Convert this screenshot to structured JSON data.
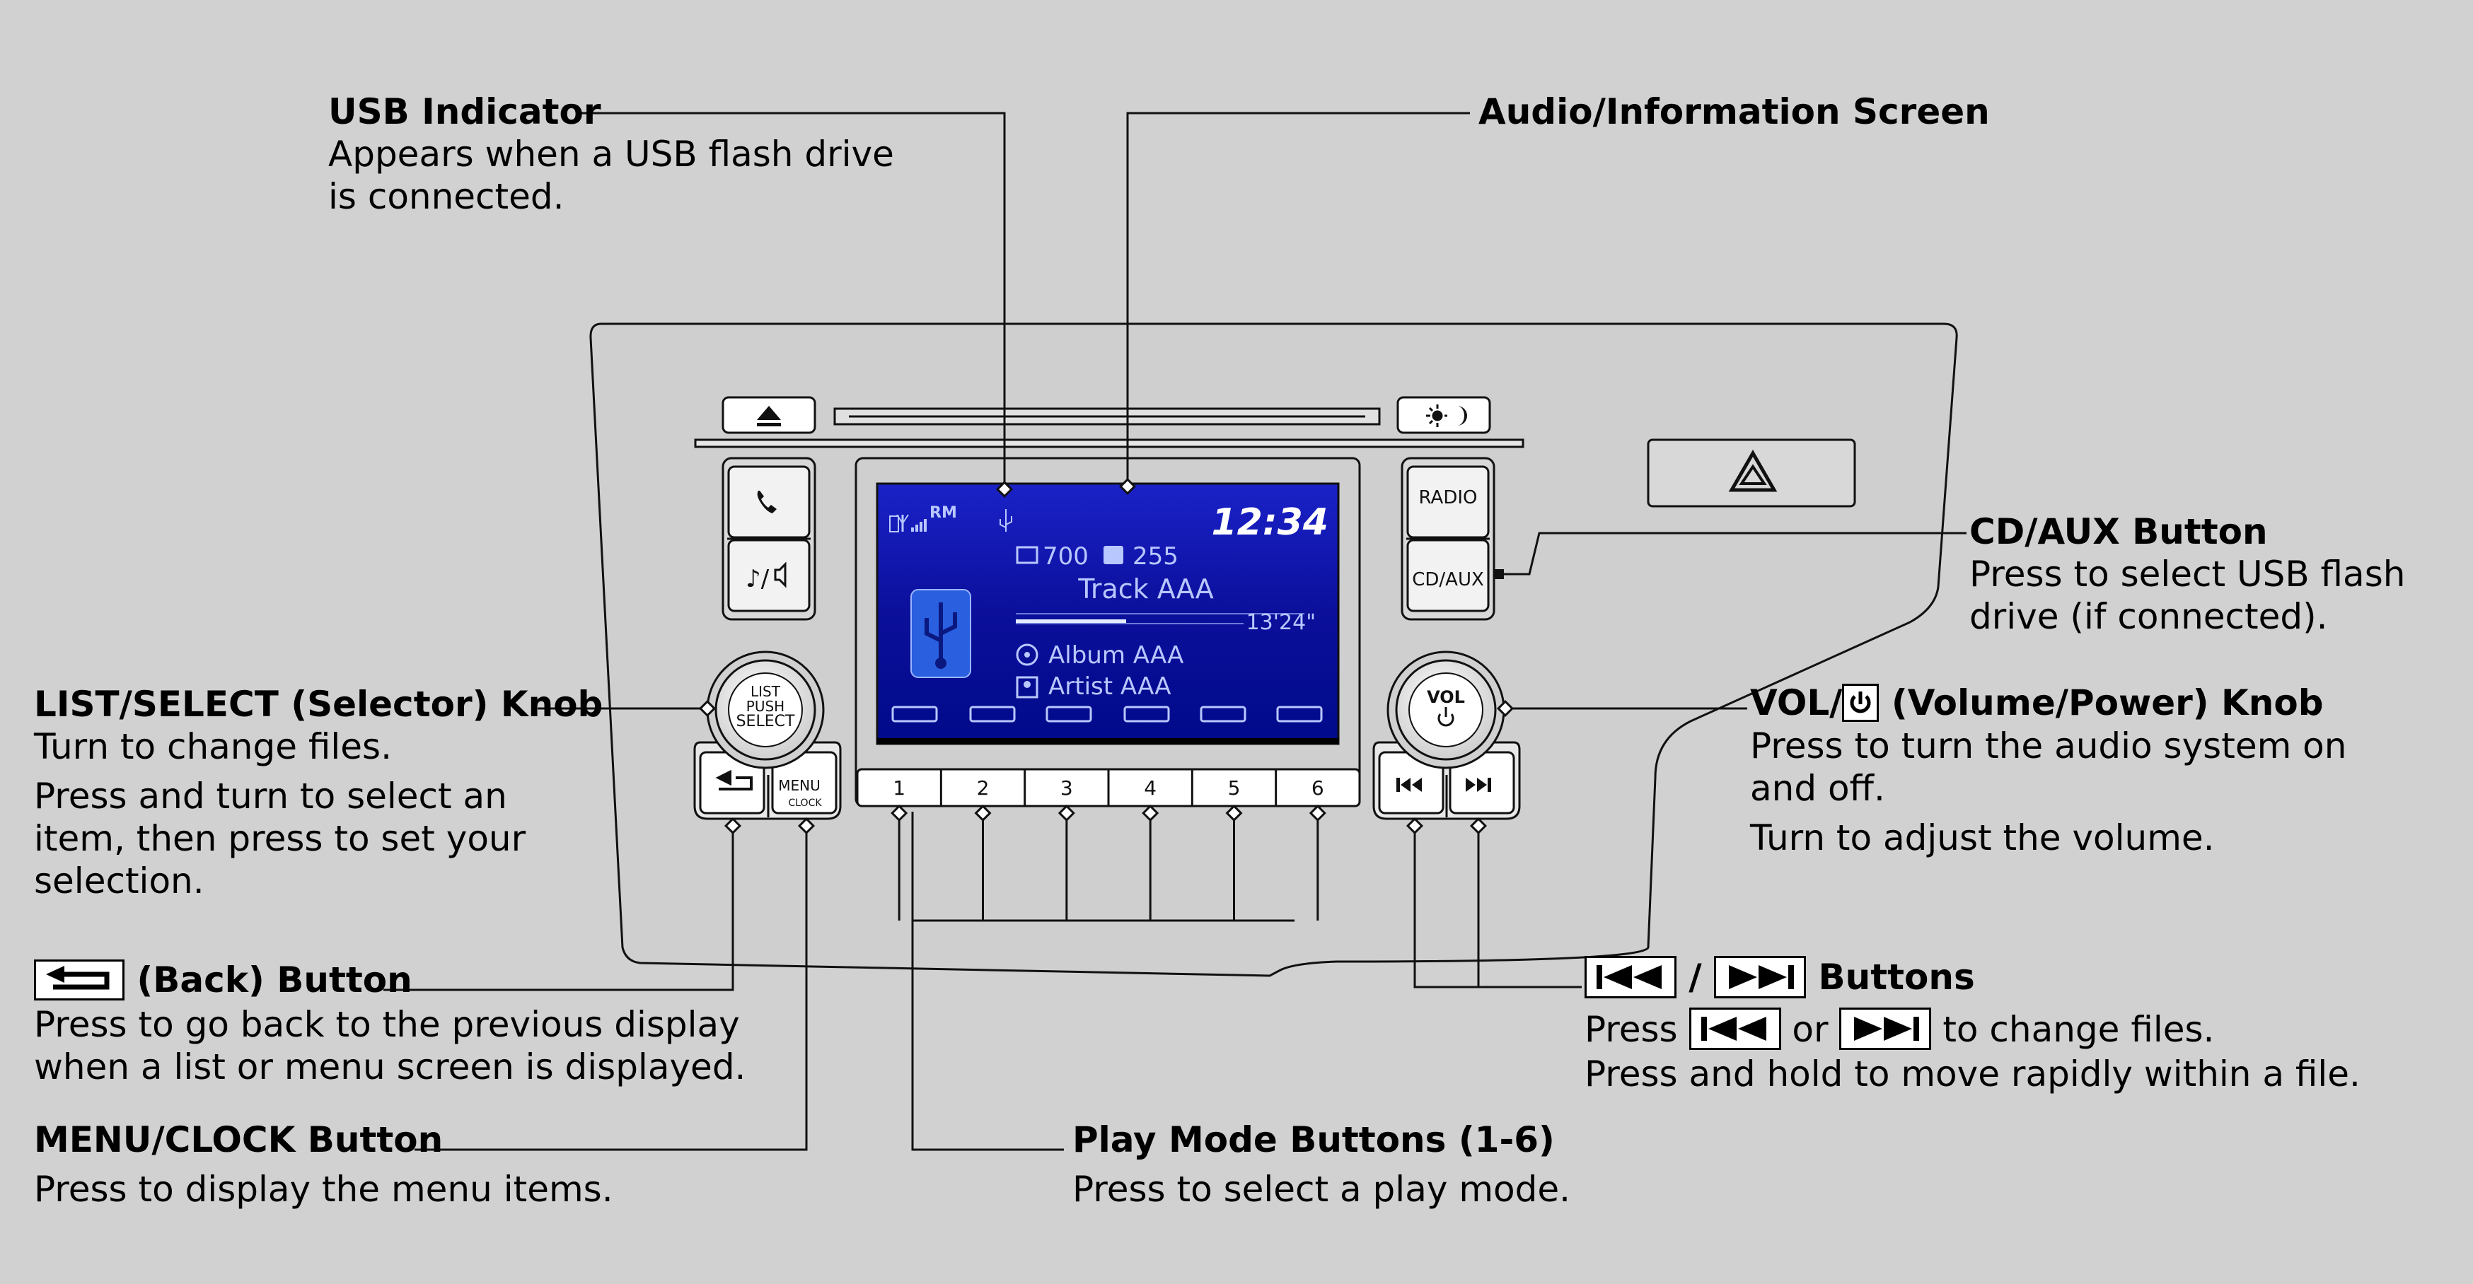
{
  "callouts": {
    "usb_indicator": {
      "title": "USB Indicator",
      "desc": [
        "Appears when a USB flash drive",
        "is connected."
      ]
    },
    "audio_screen": {
      "title": "Audio/Information Screen"
    },
    "cd_aux": {
      "title": "CD/AUX Button",
      "desc": [
        "Press to select USB flash",
        "drive (if connected)."
      ]
    },
    "list_select": {
      "title": "LIST/SELECT (Selector) Knob",
      "desc": [
        "Turn to change files.",
        "Press and turn to select an",
        "item, then press to set your",
        "selection."
      ]
    },
    "vol": {
      "title_prefix": "VOL/",
      "title_suffix": " (Volume/Power) Knob",
      "desc": [
        "Press to turn the audio system on",
        "and off.",
        "Turn to adjust the volume."
      ]
    },
    "back": {
      "title_suffix": " (Back) Button",
      "desc": [
        "Press to go back to the previous display",
        "when a list or menu screen is displayed."
      ]
    },
    "skip": {
      "sep": " / ",
      "title_suffix": " Buttons",
      "desc_press": "Press ",
      "desc_or": " or ",
      "desc_tail": " to change files.",
      "desc2": "Press and hold to move rapidly within a file."
    },
    "menu_clock": {
      "title": "MENU/CLOCK Button",
      "desc": [
        "Press to display the menu items."
      ]
    },
    "play_mode": {
      "title": "Play Mode Buttons (1-6)",
      "desc": [
        "Press to select a play mode."
      ]
    }
  },
  "unit": {
    "radio_label": "RADIO",
    "cdaux_label": "CD/AUX",
    "list_knob": [
      "LIST",
      "PUSH",
      "SELECT"
    ],
    "vol_knob": "VOL",
    "menu_label": "MENU",
    "clock_label": "CLOCK",
    "preset_buttons": [
      "1",
      "2",
      "3",
      "4",
      "5",
      "6"
    ],
    "phone_icon": "phone-icon",
    "music_icon": "music-mute-icon",
    "eject_icon": "eject-icon",
    "daynight_icon": "day-night-icon",
    "hazard_icon": "hazard-triangle-icon"
  },
  "screen": {
    "band": "RM",
    "clock": "12:34",
    "folder_count": "700",
    "track_count": "255",
    "track": "Track AAA",
    "time": "13'24\"",
    "album": "Album AAA",
    "artist": "Artist AAA",
    "bg_color": "#0a0f9c",
    "text_color": "#b9c7ff"
  }
}
